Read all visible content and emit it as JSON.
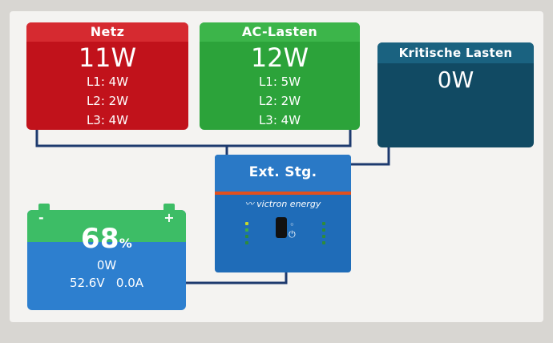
{
  "netz": {
    "title": "Netz",
    "power": "11W",
    "l1": "L1: 4W",
    "l2": "L2: 2W",
    "l3": "L3: 4W"
  },
  "ac_loads": {
    "title": "AC-Lasten",
    "power": "12W",
    "l1": "L1: 5W",
    "l2": "L2: 2W",
    "l3": "L3: 4W"
  },
  "critical_loads": {
    "title": "Kritische Lasten",
    "power": "0W"
  },
  "inverter": {
    "title": "Ext. Stg.",
    "brand": "victron energy"
  },
  "battery": {
    "soc": "68",
    "soc_unit": "%",
    "power": "0W",
    "voltage": "52.6V",
    "current": "0.0A",
    "minus": "-",
    "plus": "+"
  },
  "colors": {
    "grid": "#c1121b",
    "ac_loads": "#2ca33a",
    "critical": "#114a63",
    "battery": "#2d7fcf",
    "inverter": "#1f6cb8",
    "accent": "#e1501e"
  }
}
